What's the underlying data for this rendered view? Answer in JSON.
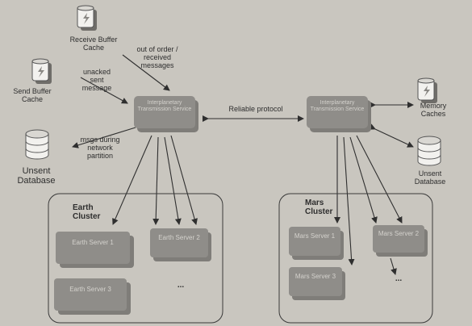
{
  "components": {
    "receive_buffer": "Receive Buffer Cache",
    "send_buffer": "Send Buffer Cache",
    "unsent_db_left": "Unsent Database",
    "its_left": "Interplanetary Transmission Service",
    "its_right": "Interplanetary Transmission Service",
    "memory_caches": "Memory Caches",
    "unsent_db_right": "Unsent Database"
  },
  "edge_labels": {
    "out_of_order": "out of order / received messages",
    "unacked": "unacked sent message",
    "msgs_partition": "msgs during network partition",
    "reliable": "Reliable protocol"
  },
  "clusters": {
    "earth": {
      "title": "Earth Cluster",
      "servers": [
        "Earth Server 1",
        "Earth Server 2",
        "Earth Server 3"
      ],
      "more": "..."
    },
    "mars": {
      "title": "Mars Cluster",
      "servers": [
        "Mars Server 1",
        "Mars Server 2",
        "Mars Server 3"
      ],
      "more": "..."
    }
  },
  "icons": [
    "cache-icon",
    "database-icon"
  ],
  "colors": {
    "background": "#c9c6bf",
    "node_fill": "#8d8b87",
    "node_text": "#d4d2cd",
    "line": "#2f2f2f"
  }
}
